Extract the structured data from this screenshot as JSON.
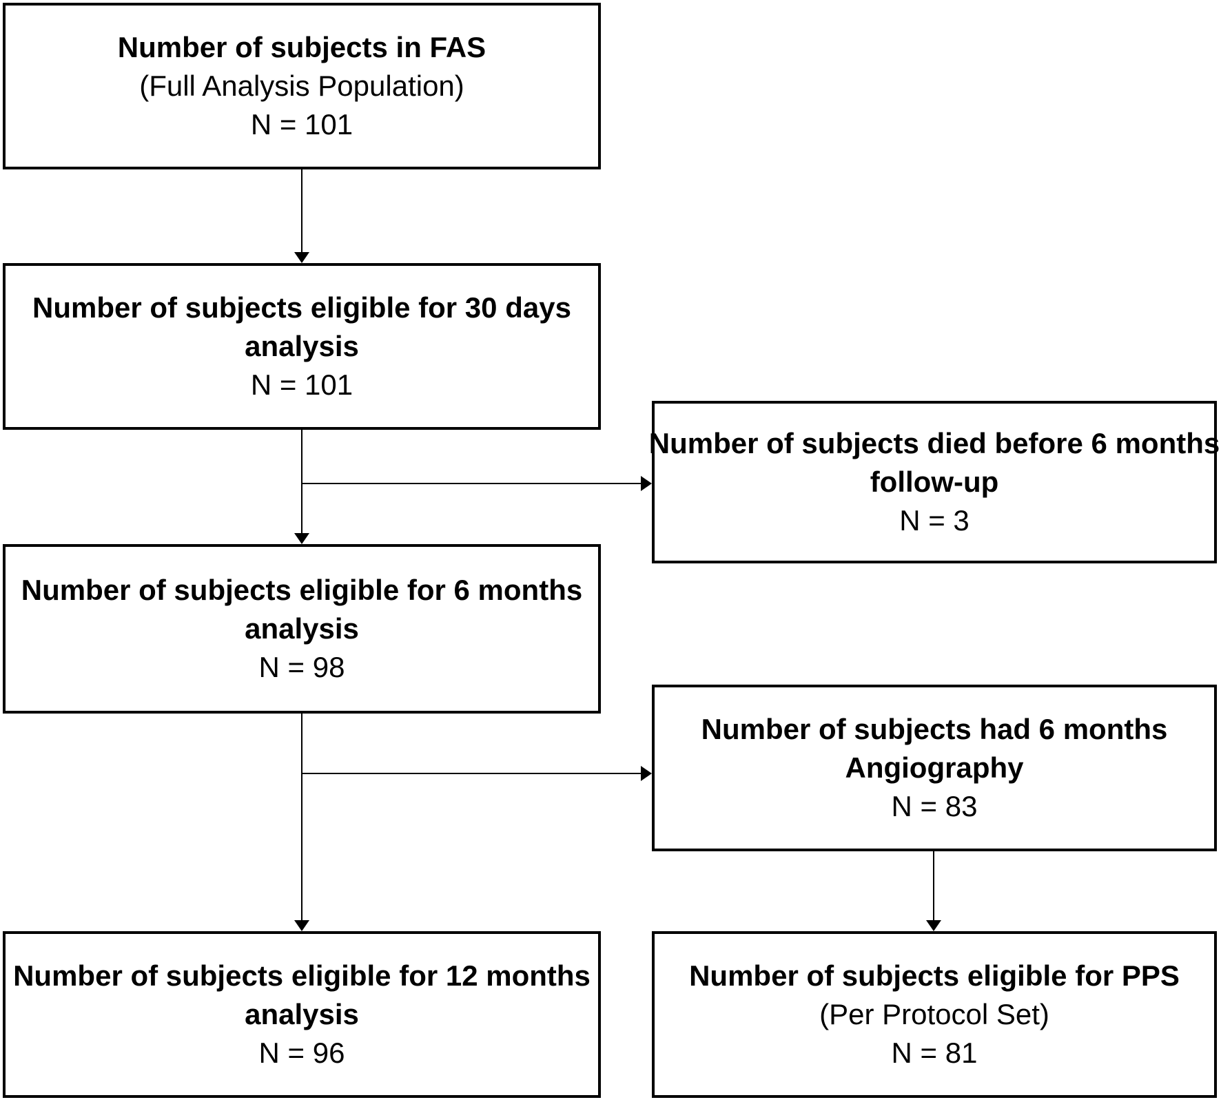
{
  "diagram": {
    "background_color": "#ffffff",
    "line_color": "#000000",
    "text_color": "#000000",
    "boxes": [
      {
        "id": "fas",
        "lines": [
          {
            "text": "Number of subjects in FAS"
          },
          {
            "text": "(Full Analysis Population)"
          },
          {
            "text": "N = 101"
          }
        ]
      },
      {
        "id": "eligible-30-days",
        "lines": [
          {
            "text": "Number of subjects eligible for 30 days"
          },
          {
            "text": "analysis"
          },
          {
            "text": "N = 101"
          }
        ]
      },
      {
        "id": "died-before-6-months",
        "lines": [
          {
            "text": "Number of subjects died before 6 months"
          },
          {
            "text": "follow-up"
          },
          {
            "text": "N = 3"
          }
        ]
      },
      {
        "id": "eligible-6-months",
        "lines": [
          {
            "text": "Number of subjects eligible for 6 months"
          },
          {
            "text": "analysis"
          },
          {
            "text": "N = 98"
          }
        ]
      },
      {
        "id": "angiography-6-months",
        "lines": [
          {
            "text": "Number of subjects had 6 months"
          },
          {
            "text": "Angiography"
          },
          {
            "text": "N = 83"
          }
        ]
      },
      {
        "id": "eligible-12-months",
        "lines": [
          {
            "text": "Number of subjects eligible for 12 months"
          },
          {
            "text": "analysis"
          },
          {
            "text": "N = 96"
          }
        ]
      },
      {
        "id": "eligible-pps",
        "lines": [
          {
            "text": "Number of subjects eligible for PPS"
          },
          {
            "text": "(Per Protocol Set)"
          },
          {
            "text": "N = 81"
          }
        ]
      }
    ]
  }
}
